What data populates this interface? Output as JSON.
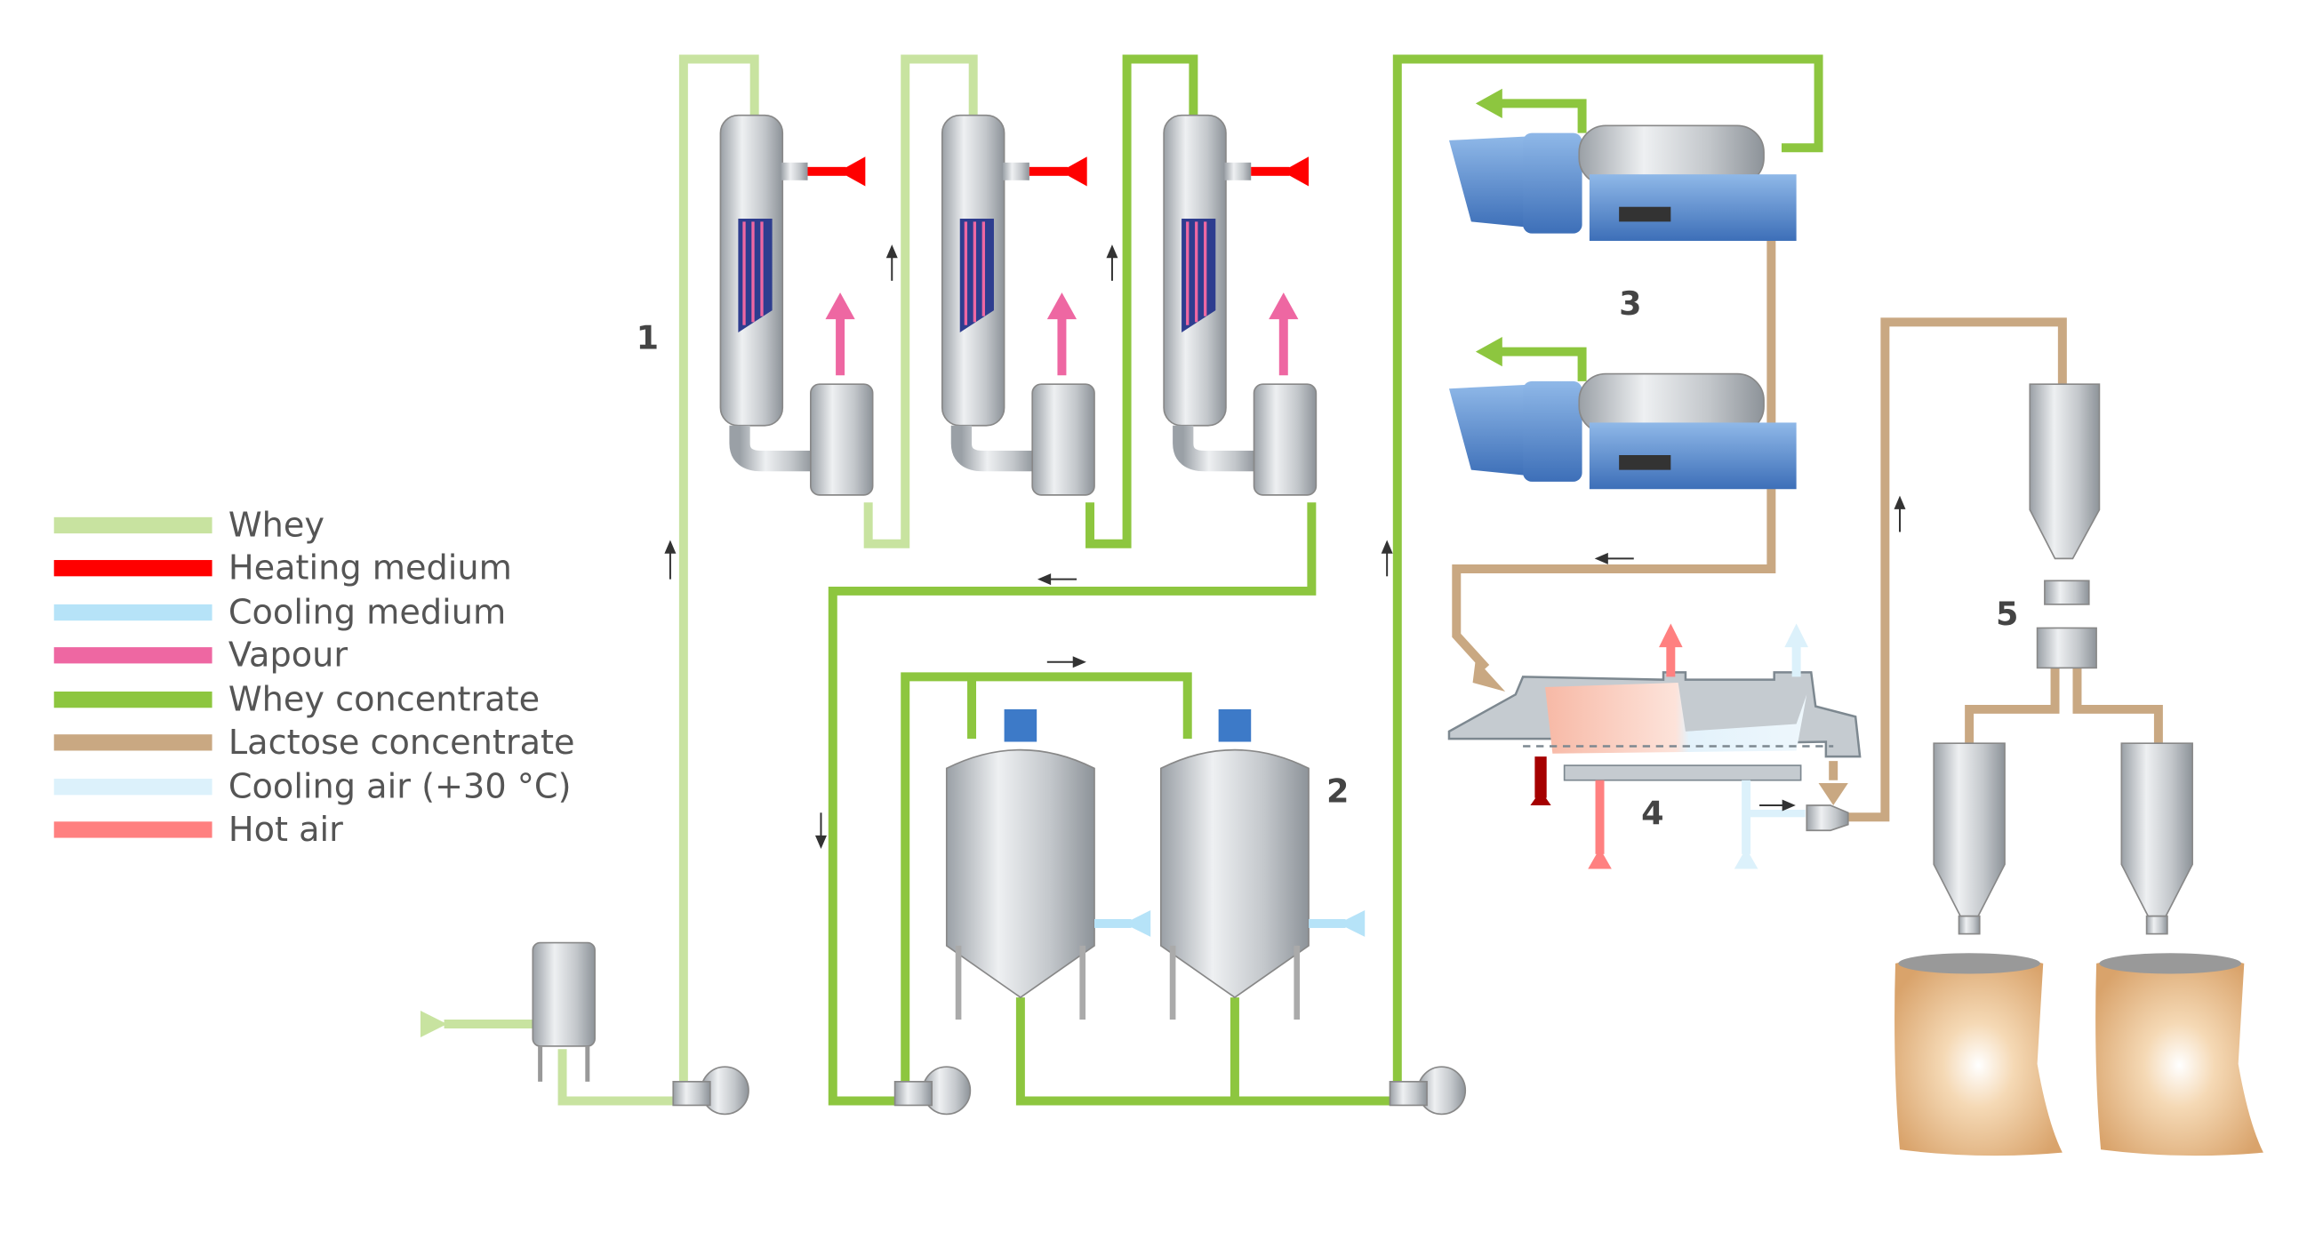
{
  "legend": [
    {
      "label": "Whey",
      "color": "#c8e3a0"
    },
    {
      "label": "Heating medium",
      "color": "#ff0000"
    },
    {
      "label": "Cooling medium",
      "color": "#b6e3f8"
    },
    {
      "label": "Vapour",
      "color": "#ee67a2"
    },
    {
      "label": "Whey concentrate",
      "color": "#8dc63f"
    },
    {
      "label": "Lactose concentrate",
      "color": "#c9a882"
    },
    {
      "label": "Cooling air (+30 °C)",
      "color": "#dcf1fb"
    },
    {
      "label": "Hot air",
      "color": "#ff8080"
    }
  ],
  "stages": [
    "1",
    "2",
    "3",
    "4",
    "5"
  ],
  "equipment": [
    "evaporator",
    "crystallisation-tank",
    "decanter-centrifuge",
    "fluid-bed-dryer",
    "silo",
    "bag"
  ]
}
